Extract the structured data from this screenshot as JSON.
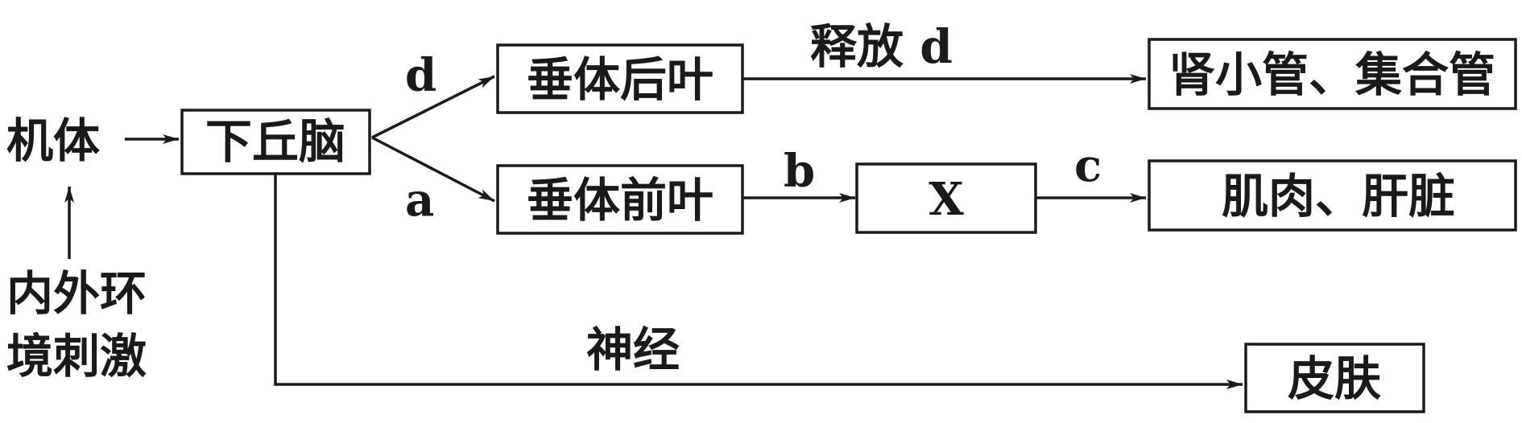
{
  "nodes": {
    "body": "机体",
    "stimulus_line1": "内外环",
    "stimulus_line2": "境刺激",
    "hypothalamus": "下丘脑",
    "posterior_pituitary": "垂体后叶",
    "anterior_pituitary": "垂体前叶",
    "x": "X",
    "kidney_tubules": "肾小管、集合管",
    "muscle_liver": "肌肉、肝脏",
    "skin": "皮肤"
  },
  "edge_labels": {
    "d": "d",
    "a": "a",
    "release_d": "释放 d",
    "b": "b",
    "c": "c",
    "nerve": "神经"
  },
  "colors": {
    "stroke": "#1a1a1a",
    "background": "#ffffff"
  }
}
